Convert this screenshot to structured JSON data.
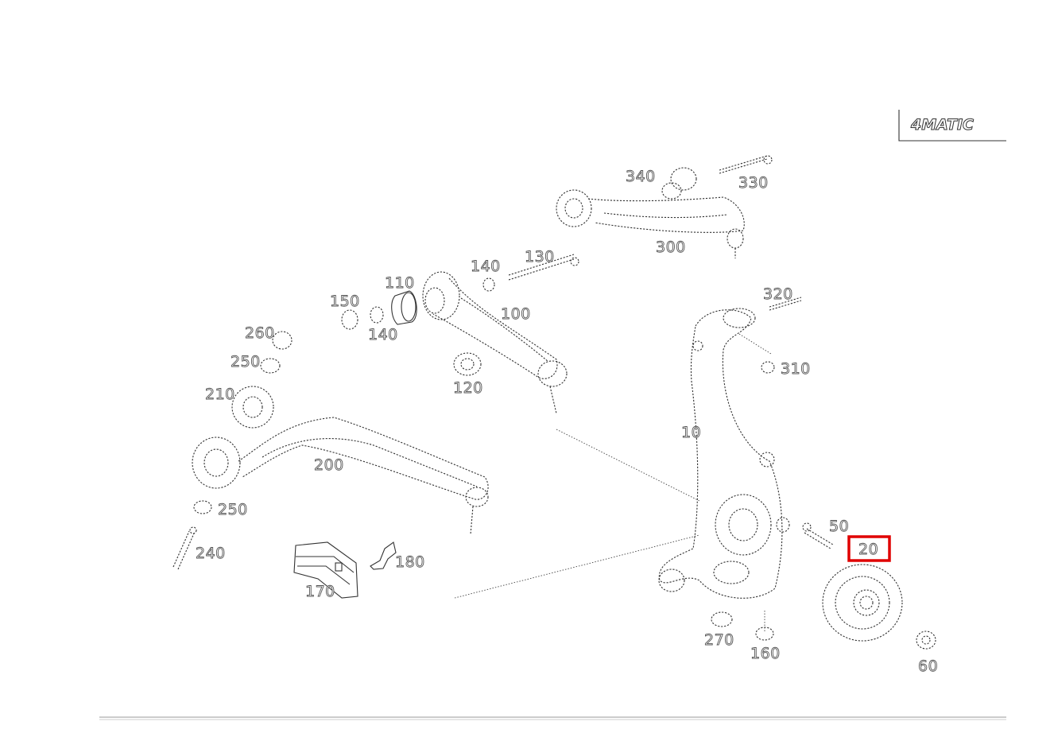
{
  "badge": {
    "text": "4MATIC"
  },
  "highlight": {
    "part_number": "20",
    "color": "#e00000"
  },
  "parts": {
    "p340": "340",
    "p330": "330",
    "p300": "300",
    "p140a": "140",
    "p130": "130",
    "p110": "110",
    "p150": "150",
    "p140b": "140",
    "p100": "100",
    "p320": "320",
    "p260": "260",
    "p250a": "250",
    "p310": "310",
    "p120": "120",
    "p210": "210",
    "p10": "10",
    "p200": "200",
    "p250b": "250",
    "p50": "50",
    "p20": "20",
    "p240": "240",
    "p180": "180",
    "p170": "170",
    "p270": "270",
    "p160": "160",
    "p60": "60"
  }
}
